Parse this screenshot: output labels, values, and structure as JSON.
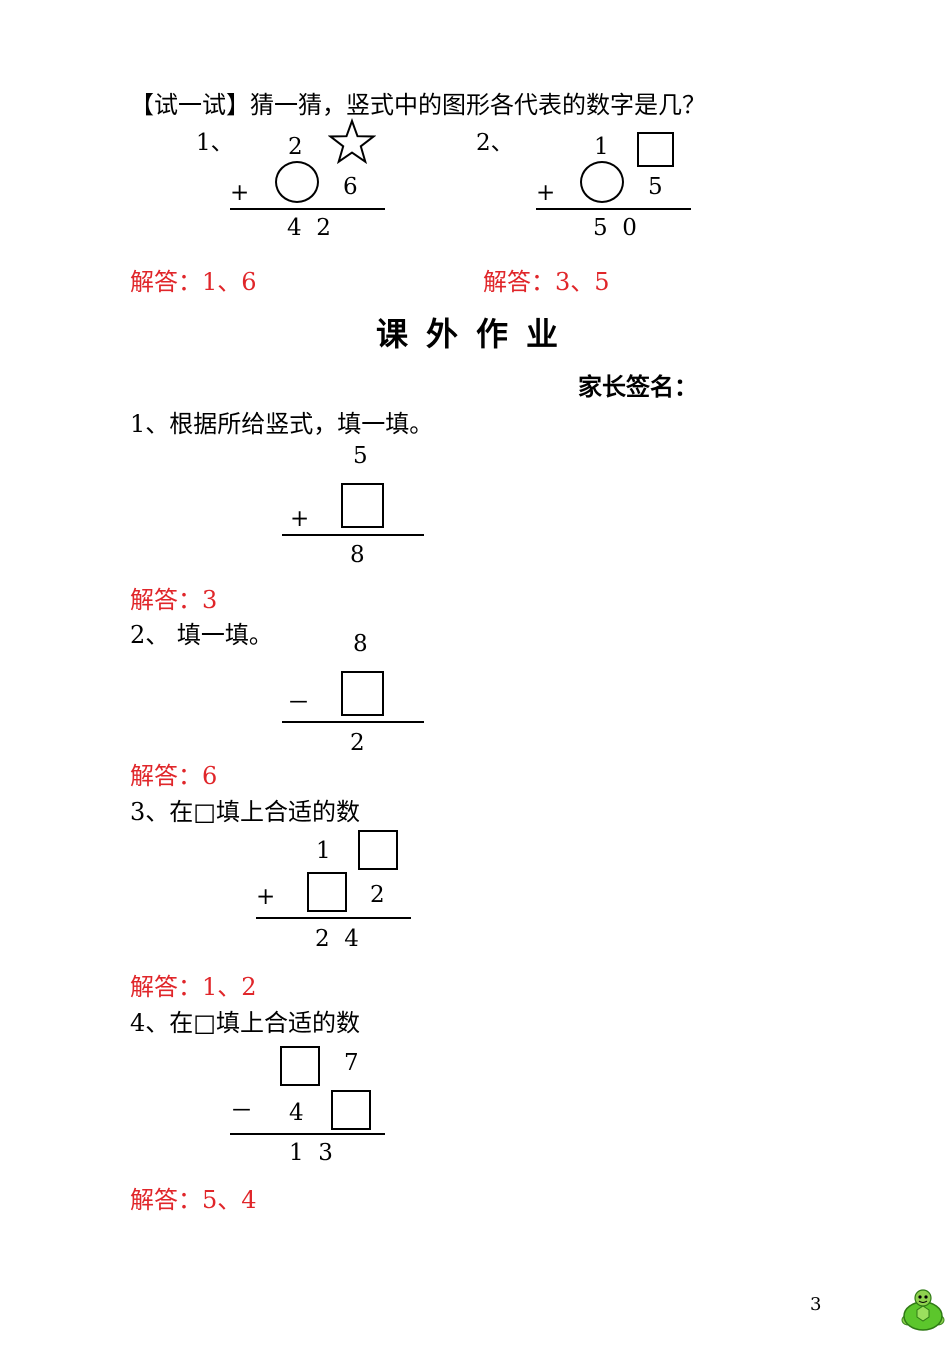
{
  "intro": {
    "heading": "【试一试】猜一猜，竖式中的图形各代表的数字是几？",
    "p1": {
      "num": "1、",
      "top_digit": "2",
      "sign": "+",
      "bottom_digit": "6",
      "result": "4  2",
      "answer": "解答：1、6"
    },
    "p2": {
      "num": "2、",
      "top_digit": "1",
      "sign": "+",
      "bottom_digit": "5",
      "result": "5  0",
      "answer": "解答：3、5"
    }
  },
  "section": {
    "title": "课外作业",
    "signature": "家长签名："
  },
  "q1": {
    "prompt": "1、根据所给竖式，填一填。",
    "top": "5",
    "sign": "+",
    "result": "8",
    "answer": "解答：3"
  },
  "q2": {
    "prompt": "2、 填一填。",
    "top": "8",
    "sign": "－",
    "result": "2",
    "answer": "解答：6"
  },
  "q3": {
    "prompt": "3、在□填上合适的数",
    "top_digit": "1",
    "sign": "+",
    "bottom_digit": "2",
    "result": "2  4",
    "answer": "解答：1、2"
  },
  "q4": {
    "prompt": "4、在□填上合适的数",
    "top_digit": "7",
    "sign": "－",
    "bottom_digit": "4",
    "result": "1  3",
    "answer": "解答：5、4"
  },
  "footer": {
    "page_number": "3",
    "logo": "turtle-logo"
  },
  "colors": {
    "answer": "#e0262a",
    "text": "#000000",
    "logo_green": "#5cc62c"
  }
}
